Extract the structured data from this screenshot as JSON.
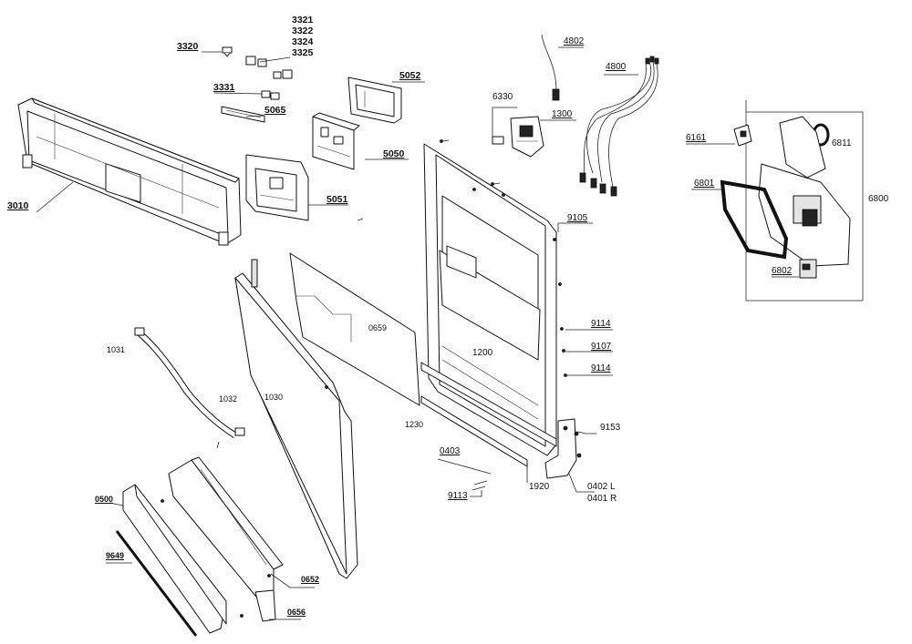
{
  "diagram": {
    "part_labels": {
      "p3010": "3010",
      "p3320": "3320",
      "p3321": "3321",
      "p3322": "3322",
      "p3324": "3324",
      "p3325": "3325",
      "p3331": "3331",
      "p5065": "5065",
      "p5052": "5052",
      "p5050": "5050",
      "p5051": "5051",
      "p4802": "4802",
      "p4800": "4800",
      "p6330": "6330",
      "p1300": "1300",
      "p6161": "6161",
      "p6811": "6811",
      "p6801": "6801",
      "p6800": "6800",
      "p6802": "6802",
      "p9105": "9105",
      "p9114a": "9114",
      "p9107": "9107",
      "p9114b": "9114",
      "p9153": "9153",
      "p1200": "1200",
      "p0659": "0659",
      "p1031": "1031",
      "p1032": "1032",
      "p1030": "1030",
      "p1230": "1230",
      "p0403": "0403",
      "p1920": "1920",
      "p0402": "0402 L",
      "p0401": "0401 R",
      "p9113": "9113",
      "p0500": "0500",
      "p9649": "9649",
      "p0652": "0652",
      "p0656": "0656"
    }
  }
}
